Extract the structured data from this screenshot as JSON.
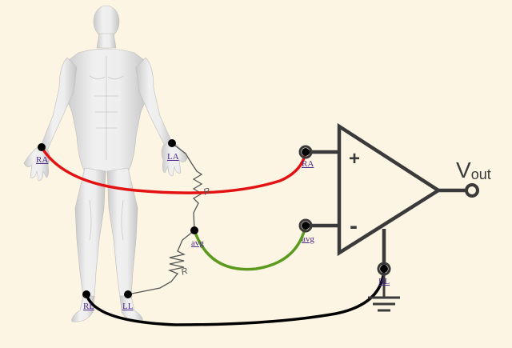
{
  "labels": {
    "ra": "RA",
    "la": "LA",
    "avg": "avg",
    "rl": "RL",
    "ll": "LL",
    "amp_ra": "RA",
    "amp_avg": "avg",
    "amp_rl": "RL"
  },
  "resistor_labels": {
    "upper": "R",
    "lower": "R"
  },
  "amplifier": {
    "plus": "+",
    "minus": "-",
    "vout_main": "V",
    "vout_sub": "out"
  },
  "colors": {
    "background": "#fdf5e4",
    "ra_lead": "#e31111",
    "avg_lead": "#5c9a1f",
    "rl_lead": "#000000",
    "amplifier": "#3a3a3a",
    "resistor": "#555555",
    "body": "#e4e4e4"
  },
  "icons": {
    "body": "human-body-figure",
    "ground": "ground-symbol-icon",
    "amp": "op-amp-triangle-icon"
  }
}
